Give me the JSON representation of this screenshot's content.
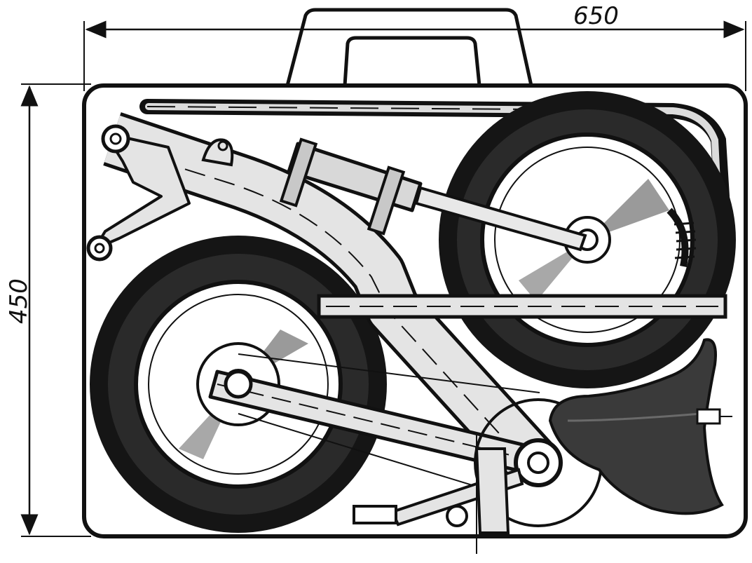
{
  "dimensions": {
    "width_label": "650",
    "height_label": "450"
  },
  "colors": {
    "ink": "#111111",
    "paper": "#ffffff",
    "frame_fill": "#e4e4e4",
    "saddle": "#3a3a3a"
  },
  "parts": [
    "suitcase-outline",
    "carry-handle",
    "handlebar-tube",
    "front-wheel",
    "rear-wheel",
    "main-frame",
    "front-fork",
    "shock-absorber",
    "seat-post-tube",
    "chain-stay",
    "saddle",
    "pedal-crank"
  ]
}
